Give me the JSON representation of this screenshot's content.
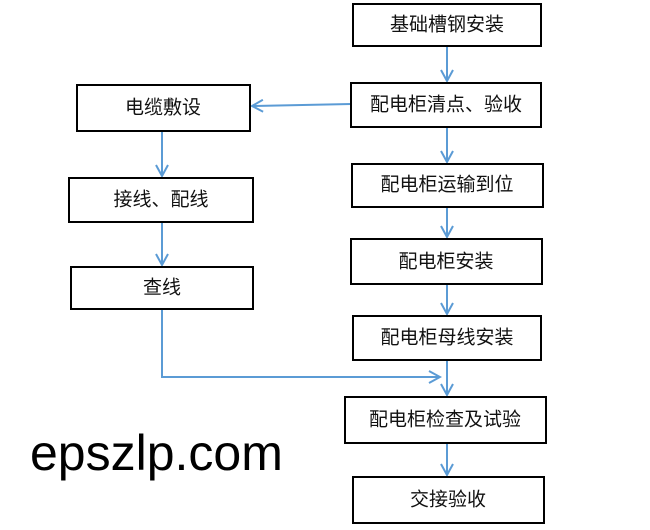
{
  "colors": {
    "arrow": "#5b9bd5",
    "box_border": "#000000"
  },
  "main_flow": [
    "基础槽钢安装",
    "配电柜清点、验收",
    "配电柜运输到位",
    "配电柜安装",
    "配电柜母线安装",
    "配电柜检查及试验",
    "交接验收"
  ],
  "branch_flow": [
    "电缆敷设",
    "接线、配线",
    "查线"
  ],
  "watermark": "epszlp.com"
}
